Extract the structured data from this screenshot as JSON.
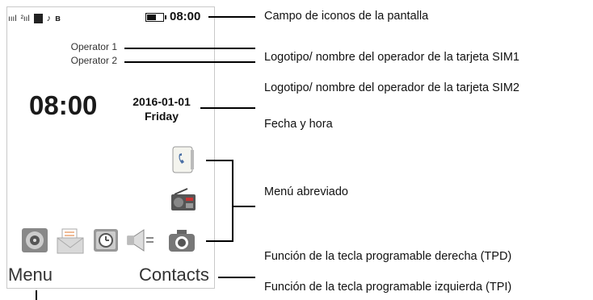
{
  "phone": {
    "status_icons": [
      "signal-sim1-icon",
      "signal-sim2-icon",
      "sim-card-icon",
      "music-note-icon",
      "bluetooth-icon"
    ],
    "status_time": "08:00",
    "operator1": "Operator 1",
    "operator2": "Operator 2",
    "clock": "08:00",
    "date": "2016-01-01",
    "weekday": "Friday",
    "shortcut_icons": [
      "phonebook-icon",
      "radio-icon",
      "camera-icon"
    ],
    "dock_icons": [
      "speaker-icon",
      "message-icon",
      "alarm-icon",
      "volume-icon",
      "camera-icon"
    ],
    "softkey_left": "Menu",
    "softkey_right": "Contacts"
  },
  "labels": {
    "icon_field": "Campo de iconos de la pantalla",
    "sim1_logo": "Logotipo/ nombre del operador de la tarjeta SIM1",
    "sim2_logo": "Logotipo/ nombre del operador de la tarjeta SIM2",
    "date_time": "Fecha y hora",
    "shortcut_menu": "Menú abreviado",
    "right_softkey": "Función de la tecla programable derecha (TPD)",
    "left_softkey": "Función de la tecla programable izquierda (TPI)"
  }
}
